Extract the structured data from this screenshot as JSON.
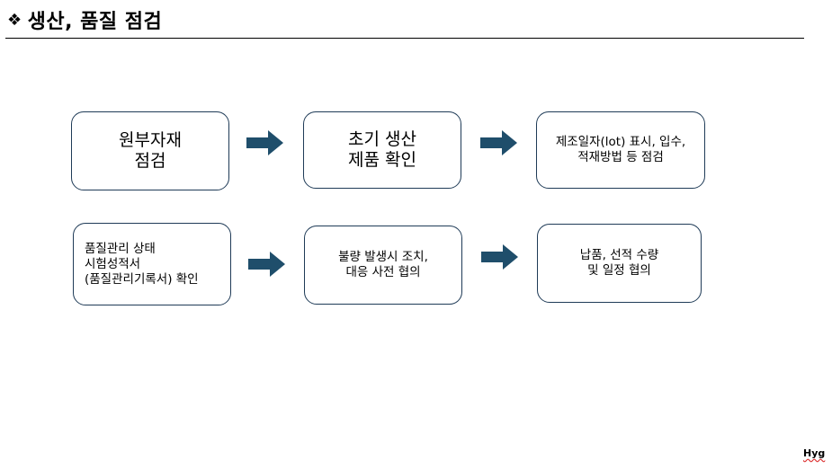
{
  "title": {
    "bullet": "❖",
    "text": "생산, 품질 점검"
  },
  "boxes": [
    {
      "text": "원부자재\n점검"
    },
    {
      "text": "초기 생산\n제품 확인"
    },
    {
      "text": "제조일자(lot) 표시, 입수,\n적재방법 등 점검"
    },
    {
      "text": "품질관리 상태\n시험성적서\n(품질관리기록서) 확인"
    },
    {
      "text": "불량 발생시 조치,\n대응 사전 협의"
    },
    {
      "text": "납품, 선적 수량\n및 일정 협의"
    }
  ],
  "colors": {
    "arrow": "#1f4e6b",
    "box_border": "#1f3b57"
  },
  "footer": "Hyg"
}
